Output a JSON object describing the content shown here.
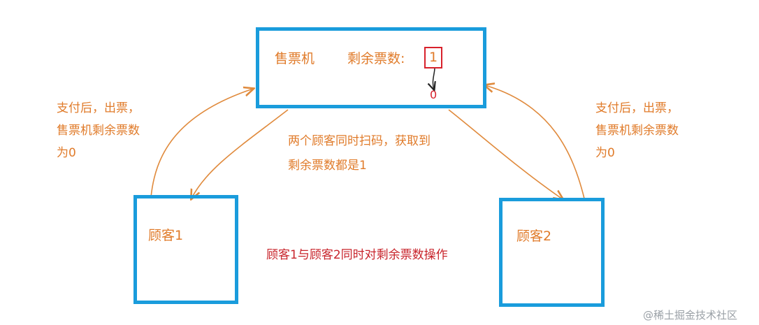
{
  "machine": {
    "title": "售票机",
    "remaining_label": "剩余票数:",
    "remaining_value": "1",
    "after_value": "0"
  },
  "customers": [
    {
      "label": "顾客1"
    },
    {
      "label": "顾客2"
    }
  ],
  "notes": {
    "left": [
      "支付后，出票，",
      "售票机剩余票数",
      "为0"
    ],
    "right": [
      "支付后，出票，",
      "售票机剩余票数",
      "为0"
    ],
    "middle": [
      "两个顾客同时扫码，获取到",
      "剩余票数都是1"
    ],
    "center": "顾客1与顾客2同时对剩余票数操作"
  },
  "watermark": "@稀土掘金技术社区",
  "colors": {
    "box_border": "#1a9cdc",
    "text_orange": "#e07b2a",
    "highlight_red": "#d8212b",
    "arrow_orange": "#e08a3c"
  }
}
